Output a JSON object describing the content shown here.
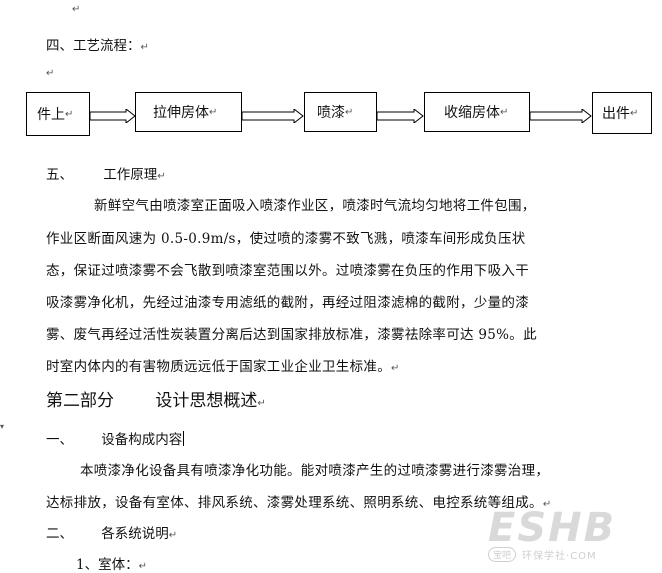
{
  "mark": "↵",
  "top_mark": "↵",
  "process_heading": "四、工艺流程：",
  "flow": [
    "件上",
    "拉伸房体",
    "喷漆",
    "收缩房体",
    "出件"
  ],
  "section5_num": "五、",
  "section5_title": "工作原理",
  "para1": [
    "新鲜空气由喷漆室正面吸入喷漆作业区，喷漆时气流均匀地将工件包围，",
    "作业区断面风速为 0.5-0.9m/s，使过喷的漆雾不致飞溅，喷漆车间形成负压状",
    "态，保证过喷漆雾不会飞散到喷漆室范围以外。过喷漆雾在负压的作用下吸入干",
    "吸漆雾净化机，先经过油漆专用滤纸的截附，再经过阻漆滤棉的截附，少量的漆",
    "雾、废气再经过活性炭装置分离后达到国家排放标准，漆雾祛除率可达 95%。此",
    "时室内体内的有害物质远远低于国家工业企业卫生标准。"
  ],
  "part2_title": "第二部分",
  "part2_subtitle": "设计思想概述",
  "sec1_num": "一、",
  "sec1_title": "设备构成内容",
  "para2": [
    "本喷漆净化设备具有喷漆净化功能。能对喷漆产生的过喷漆雾进行漆雾治理，",
    "达标排放，设备有室体、排风系统、漆雾处理系统、照明系统、电控系统等组成。"
  ],
  "sec2_num": "二、",
  "sec2_title": "各系统说明",
  "item1": "1、室体：",
  "watermark": {
    "main": "ESHB",
    "sub": "环保学社·COM",
    "badge": "宝吧"
  }
}
